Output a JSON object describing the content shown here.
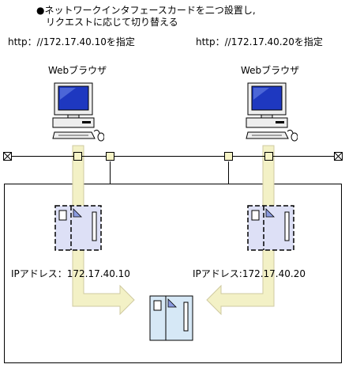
{
  "title": {
    "line1": "●ネットワークインタフェースカードを二つ設置し,",
    "line2": "リクエストに応じて切り替える"
  },
  "urls": {
    "left": "http：//172.17.40.10を指定",
    "right": "http：//172.17.40.20を指定"
  },
  "browsers": {
    "left_label": "Webブラウザ",
    "right_label": "Webブラウザ"
  },
  "nics": {
    "left_ip": "IPアドレス：172.17.40.10",
    "right_ip": "IPアドレス:172.17.40.20"
  },
  "colors": {
    "arrow_fill": "#f3f1c6",
    "nic_fill": "#dde0f6",
    "node_fill": "#f7f4c6",
    "screen_fill": "#1e38c0",
    "server_fill": "#d6e8f6"
  },
  "icons": {
    "client_pc": "pc-icon",
    "server": "server-icon",
    "nic": "network-card-icon",
    "terminator": "terminator-icon"
  }
}
